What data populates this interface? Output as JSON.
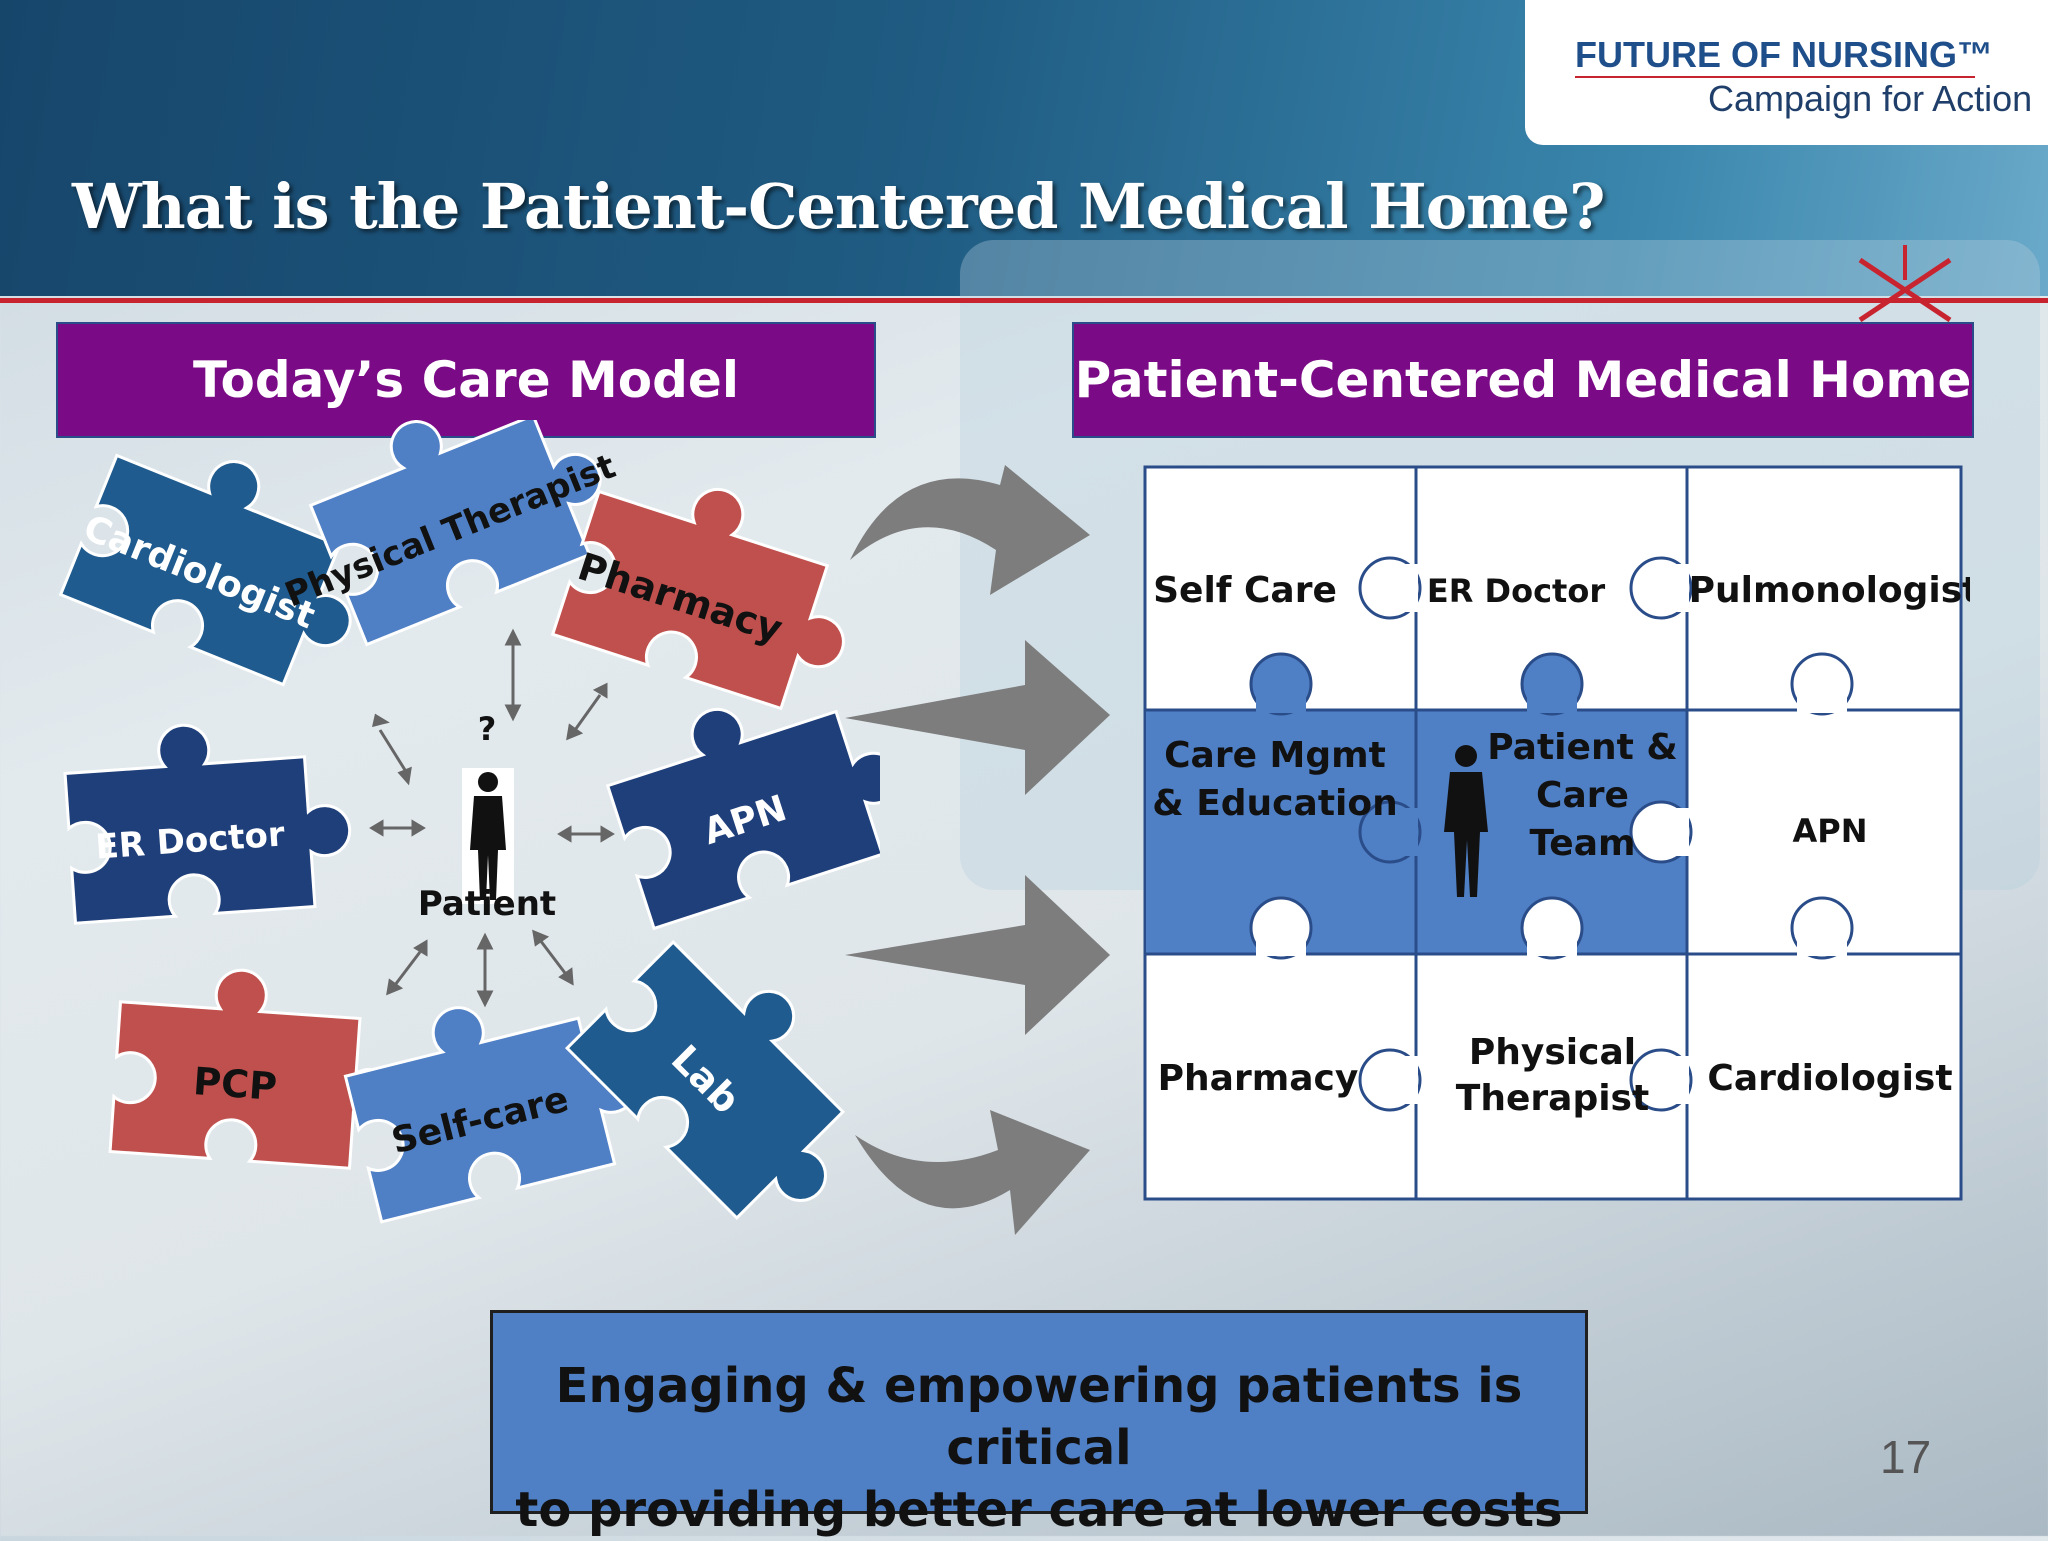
{
  "header": {
    "title": "What is the Patient-Centered Medical Home?",
    "logo_top": "FUTURE OF NURSING™",
    "logo_bottom": "Campaign for Action"
  },
  "left_panel": {
    "heading": "Today’s Care Model",
    "pieces": [
      "Cardiologist",
      "Physical Therapist",
      "Pharmacy",
      "ER Doctor",
      "APN",
      "PCP",
      "Self-care",
      "Lab"
    ],
    "question": "?",
    "center": "Patient"
  },
  "right_panel": {
    "heading": "Patient-Centered Medical Home",
    "grid": [
      [
        "Self Care",
        "ER Doctor",
        "Pulmonologist"
      ],
      [
        "Care Mgmt & Education",
        "Patient & Care Team",
        "APN"
      ],
      [
        "Pharmacy",
        "Physical Therapist",
        "Cardiologist"
      ]
    ]
  },
  "footer": {
    "line1": "Engaging & empowering patients is critical",
    "line2": "to providing better care at lower costs"
  },
  "page_number": "17",
  "colors": {
    "purple": "#7b0a86",
    "dark_blue": "#1f4f8a",
    "mid_blue": "#4f7fc4",
    "red": "#c0504d",
    "banner": "#1f5b82"
  }
}
